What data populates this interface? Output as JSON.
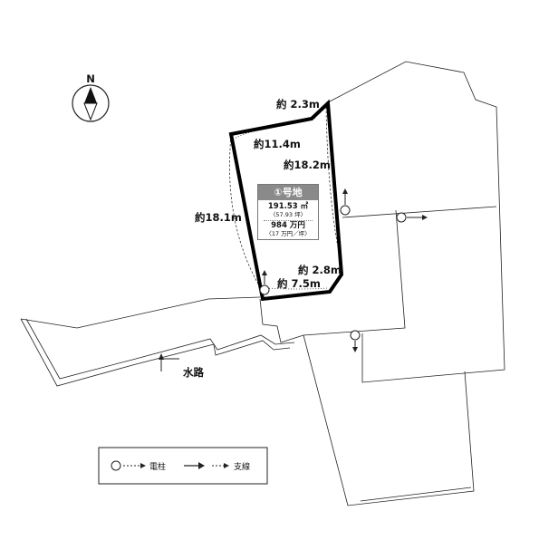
{
  "labels": {
    "north": "N",
    "d_top": "約 2.3m",
    "d_top_left": "約11.4m",
    "d_right": "約18.2m",
    "d_left": "約18.1m",
    "d_br": "約 2.8m",
    "d_bottom": "約 7.5m",
    "waterway": "水路"
  },
  "lot": {
    "title": "①号地",
    "area_m2": "191.53 ㎡",
    "area_tsubo": "〈57.93 坪〉",
    "price": "984 万円",
    "price_per_tsubo": "〈17 万円／坪〉"
  },
  "legend": {
    "pole": "電柱",
    "stay": "支線"
  },
  "colors": {
    "boundary": "#000000",
    "lot_header": "#8a8a8a"
  }
}
